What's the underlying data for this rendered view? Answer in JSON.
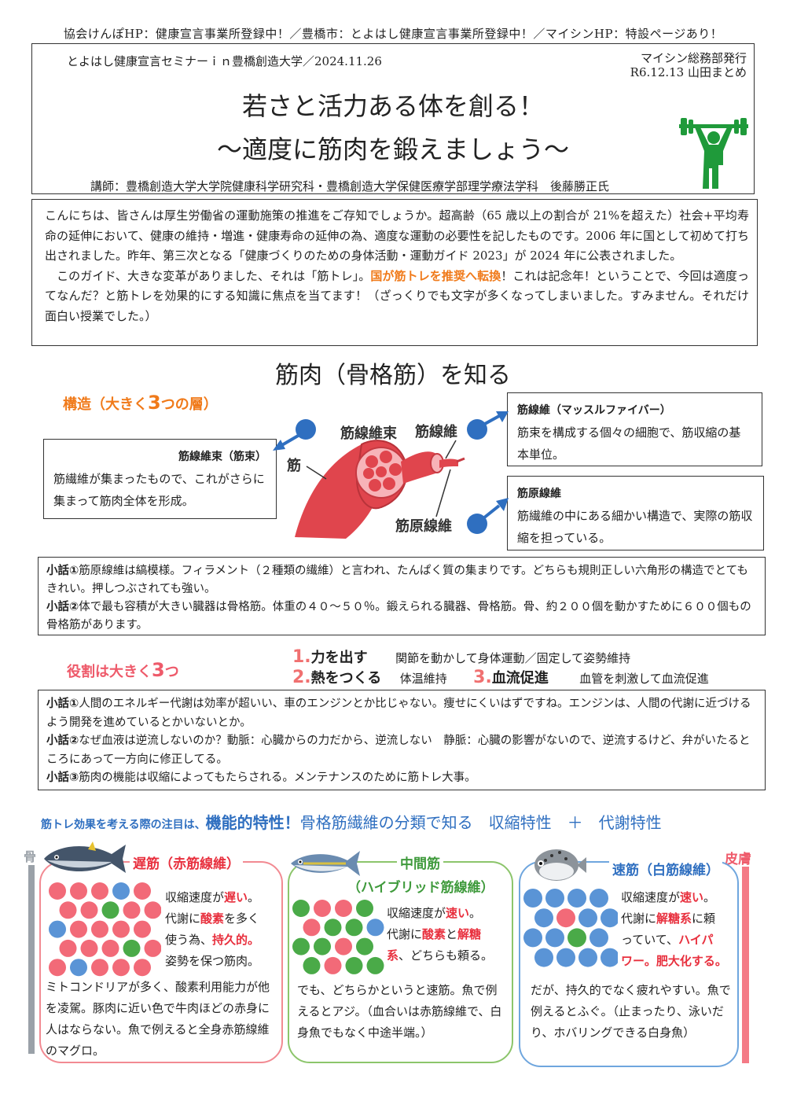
{
  "header": {
    "topline": "協会けんぽHP：健康宣言事業所登録中！／豊橋市：とよはし健康宣言事業所登録中！／マイシンHP：特設ページあり！",
    "seminar": "とよはし健康宣言セミナーｉｎ豊橋創造大学／2024.11.26",
    "publisher": "マイシン総務部発行",
    "editor": "R6.12.13 山田まとめ",
    "title": "若さと活力ある体を創る！",
    "subtitle": "～適度に筋肉を鍛えましょう～",
    "lecturer": "講師：豊橋創造大学大学院健康科学研究科・豊橋創造大学保健医療学部理学療法学科　後藤勝正氏",
    "icon": "weightlifter-icon"
  },
  "intro": {
    "p1": "こんにちは、皆さんは厚生労働省の運動施策の推進をご存知でしょうか。超高齢（65 歳以上の割合が 21%を超えた）社会+平均寿命の延伸において、健康の維持・増進・健康寿命の延伸の為、適度な運動の必要性を記したものです。2006 年に国として初めて打ち出されました。昨年、第三次となる「健康づくりのための身体活動・運動ガイド 2023」が 2024 年に公表されました。",
    "p2a": "このガイド、大きな変革がありました、それは「筋トレ」。",
    "p2highlight": "国が筋トレを推奨へ転換",
    "p2b": "！これは記念年！ということで、今回は適度ってなんだ？と筋トレを効果的にする知識に焦点を当てます！（ざっくりでも文字が多くなってしまいました。すみません。それだけ面白い授業でした。）"
  },
  "muscle": {
    "heading": "筋肉（骨格筋）を知る",
    "structure_pre": "構造（大きく",
    "structure_num": "3",
    "structure_post": "つの層）",
    "diagram_labels": {
      "bundle": "筋線維束",
      "fiber": "筋線維",
      "muscle": "筋",
      "myofibril": "筋原線維"
    },
    "fascicle": {
      "title": "筋線維束（筋束）",
      "text": "筋繊維が集まったもので、これがさらに集まって筋肉全体を形成。"
    },
    "fiber": {
      "title": "筋線維（マッスルファイバー）",
      "text": "筋束を構成する個々の細胞で、筋収縮の基本単位。"
    },
    "myofibril": {
      "title": "筋原線維",
      "text": "筋繊維の中にある細かい構造で、実際の筋収縮を担っている。"
    },
    "colors": {
      "muscle": "#e0454d",
      "arrow": "#2f6fc0"
    }
  },
  "trivia1": [
    {
      "label": "小話①",
      "text": "筋原線維は縞模様。フィラメント（２種類の繊維）と言われ、たんぱく質の集まりです。どちらも規則正しい六角形の構造でとてもきれい。押しつぶされても強い。"
    },
    {
      "label": "小話②",
      "text": "体で最も容積が大きい臓器は骨格筋。体重の４０～５０％。鍛えられる臓器、骨格筋。骨、約２００個を動かすために６００個もの骨格筋があります。"
    }
  ],
  "roles": {
    "heading_pre": "役割は大きく",
    "heading_num": "3",
    "heading_post": "つ",
    "items": [
      {
        "num": "1.",
        "label": "力を出す",
        "desc": "関節を動かして身体運動／固定して姿勢維持"
      },
      {
        "num": "2.",
        "label": "熱をつくる",
        "desc": "体温維持"
      },
      {
        "num": "3.",
        "label": "血流促進",
        "desc": "血管を刺激して血流促進"
      }
    ]
  },
  "trivia2": [
    {
      "label": "小話①",
      "text": "人間のエネルギー代謝は効率が超いい、車のエンジンとか比じゃない。痩せにくいはずですね。エンジンは、人間の代謝に近づけるよう開発を進めているとかいないとか。"
    },
    {
      "label": "小話②",
      "text": "なぜ血液は逆流しないのか？動脈：心臓からの力だから、逆流しない　静脈：心臓の影響がないので、逆流するけど、弁がいたるところにあって一方向に修正してる。"
    },
    {
      "label": "小話③",
      "text": "筋肉の機能は収縮によってもたらされる。メンテナンスのために筋トレ大事。"
    }
  ],
  "features": {
    "pre": "筋トレ効果を考える際の注目は、",
    "highlight": "機能的特性！",
    "post": "骨格筋繊維の分類で知る　収縮特性　＋　代謝特性",
    "bone_label": "骨",
    "skin_label": "皮膚"
  },
  "fiber_types": {
    "slow": {
      "title": "遅筋（赤筋線維）",
      "fish": "tuna-icon",
      "l1a": "収縮速度が",
      "l1b": "遅い",
      "l1c": "。",
      "l2a": "代謝に",
      "l2b": "酸素",
      "l2c": "を多く",
      "l3a": "使う為、",
      "l3b": "持久的。",
      "l4": "姿勢を保つ筋肉。",
      "rest": "ミトコンドリアが多く、酸素利用能力が他を凌駕。豚肉に近い色で牛肉ほどの赤身に人はならない。魚で例えると全身赤筋線維のマグロ。"
    },
    "mid": {
      "title": "中間筋",
      "subtitle": "（ハイブリッド筋線維）",
      "fish": "horse-mackerel-icon",
      "l1a": "収縮速度が",
      "l1b": "速い",
      "l1c": "。",
      "l2a": "代謝に",
      "l2b": "酸素",
      "l2c": "と",
      "l2d": "解糖",
      "l3a": "系",
      "l3b": "、どちらも頼る。",
      "rest": "でも、どちらかというと速筋。魚で例えるとアジ。（血合いは赤筋線維で、白身魚でもなく中途半端。）"
    },
    "fast": {
      "title": "速筋（白筋線維）",
      "fish": "pufferfish-icon",
      "l1a": "収縮速度が",
      "l1b": "速い",
      "l1c": "。",
      "l2a": "代謝に",
      "l2b": "解糖系",
      "l2c": "に頼",
      "l3a": "っていて、",
      "l3b": "ハイパ",
      "l4": "ワー。肥大化する。",
      "rest": "だが、持久的でなく疲れやすい。魚で例えるとふぐ。（止まったり、泳いだり、ホバリングできる白身魚）"
    },
    "colors": {
      "red": "#f26a78",
      "green": "#4aaa48",
      "blue": "#5a94d6"
    }
  }
}
